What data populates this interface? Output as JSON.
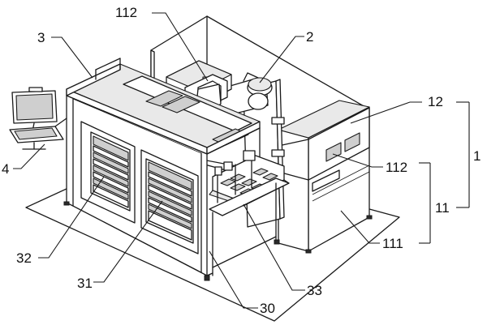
{
  "labels": {
    "l112_top": "112",
    "l2": "2",
    "l3": "3",
    "l12": "12",
    "l1": "1",
    "l4": "4",
    "l112_right": "112",
    "l11": "11",
    "l111": "111",
    "l32": "32",
    "l31": "31",
    "l33": "33",
    "l30": "30"
  }
}
